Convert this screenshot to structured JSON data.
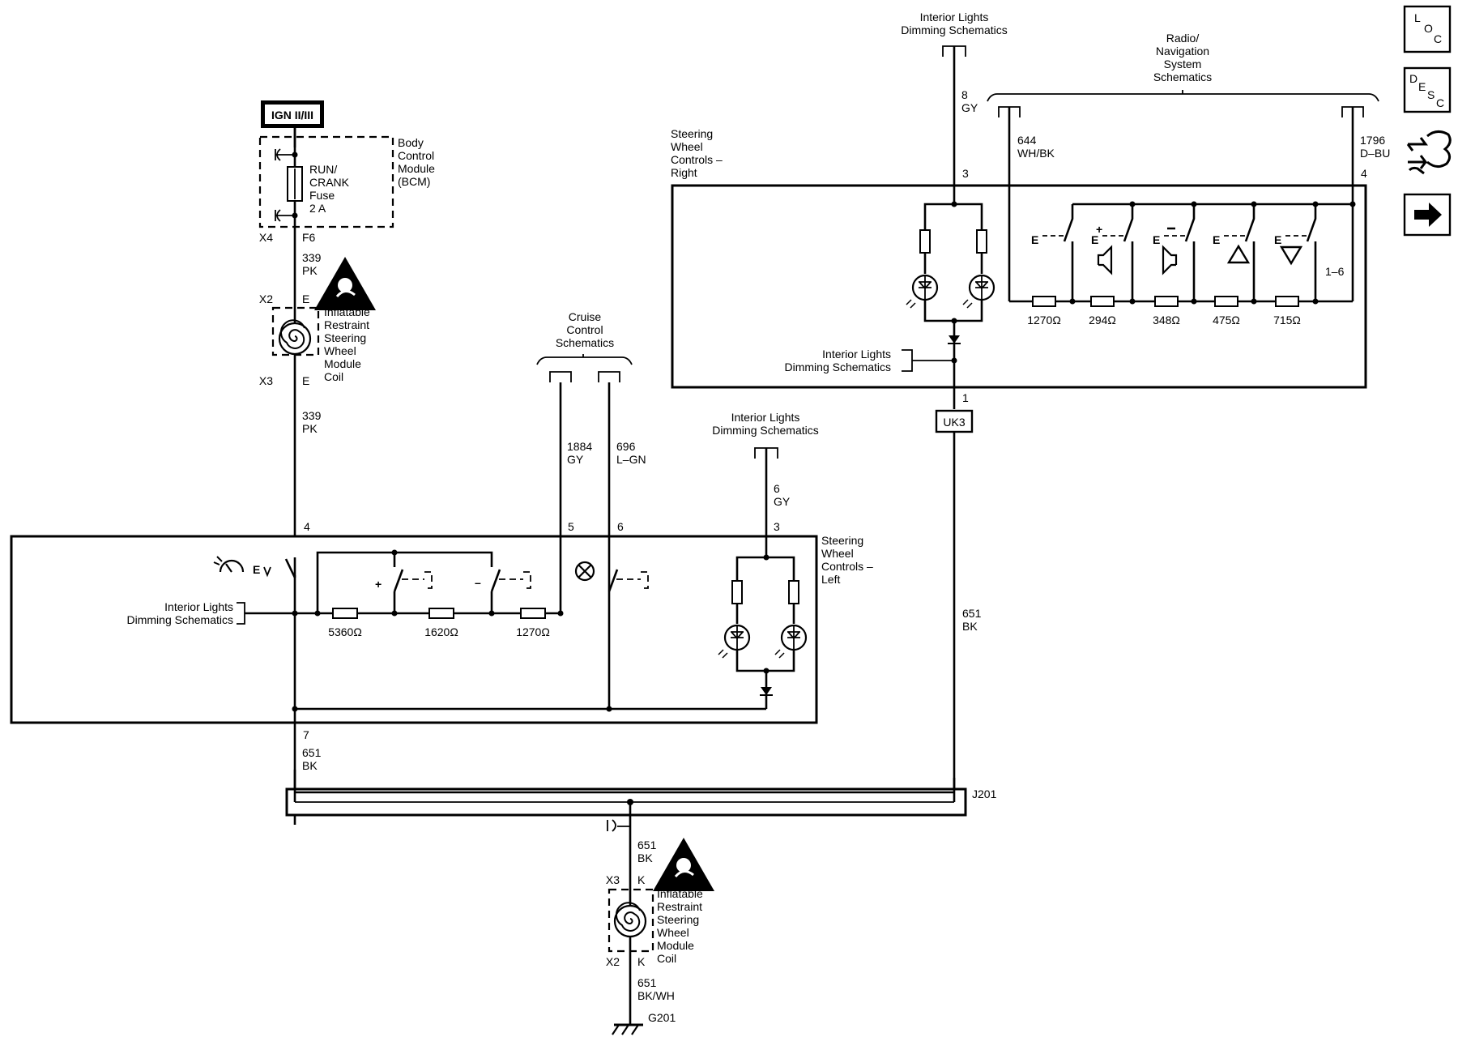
{
  "power": {
    "ign": "IGN II/III"
  },
  "bcm": {
    "title": [
      "Body",
      "Control",
      "Module",
      "(BCM)"
    ],
    "fuse": [
      "RUN/",
      "CRANK",
      "Fuse",
      "2 A"
    ],
    "conn_x4": "X4",
    "pin_f6": "F6"
  },
  "wire_339_top": {
    "circuit": "339",
    "color": "PK"
  },
  "wire_339_bottom": {
    "circuit": "339",
    "color": "PK"
  },
  "coil_top": {
    "conn_x2": "X2",
    "pin_x2": "E",
    "conn_x3": "X3",
    "pin_x3": "E",
    "title": [
      "Inflatable",
      "Restraint",
      "Steering",
      "Wheel",
      "Module",
      "Coil"
    ]
  },
  "cruise": {
    "title": [
      "Cruise",
      "Control",
      "Schematics"
    ],
    "wire_a": {
      "circuit": "1884",
      "color": "GY"
    },
    "wire_b": {
      "circuit": "696",
      "color": "L–GN"
    }
  },
  "il_ref_center": {
    "title": [
      "Interior Lights",
      "Dimming Schematics"
    ],
    "wire": {
      "circuit": "6",
      "color": "GY"
    }
  },
  "il_ref_top": {
    "title": [
      "Interior Lights",
      "Dimming Schematics"
    ],
    "wire": {
      "circuit": "8",
      "color": "GY"
    }
  },
  "radio_ref": {
    "title": [
      "Radio/",
      "Navigation",
      "System",
      "Schematics"
    ],
    "wire_a": {
      "circuit": "644",
      "color": "WH/BK"
    },
    "wire_b": {
      "circuit": "1796",
      "color": "D–BU"
    }
  },
  "swc_right": {
    "title": [
      "Steering",
      "Wheel",
      "Controls –",
      "Right"
    ],
    "pin3": "3",
    "pin4": "4",
    "pin1": "1",
    "resistors": [
      "1270Ω",
      "294Ω",
      "348Ω",
      "475Ω",
      "715Ω"
    ],
    "switch_label": "E",
    "range": "1–6",
    "il_ref": [
      "Interior Lights",
      "Dimming Schematics"
    ]
  },
  "uk3": "UK3",
  "wire_651_right": {
    "circuit": "651",
    "color": "BK"
  },
  "swc_left": {
    "title": [
      "Steering",
      "Wheel",
      "Controls –",
      "Left"
    ],
    "pin4": "4",
    "pin5": "5",
    "pin6": "6",
    "pin3": "3",
    "pin7": "7",
    "resistors": [
      "5360Ω",
      "1620Ω",
      "1270Ω"
    ],
    "switch_label": "E",
    "plus": "+",
    "minus": "–",
    "il_ref": [
      "Interior Lights",
      "Dimming Schematics"
    ]
  },
  "wire_651_left": {
    "circuit": "651",
    "color": "BK"
  },
  "splice": "J201",
  "coil_bottom": {
    "wire": {
      "circuit": "651",
      "color": "BK"
    },
    "conn_x3": "X3",
    "pin_x3": "K",
    "conn_x2": "X2",
    "pin_x2": "K",
    "title": [
      "Inflatable",
      "Restraint",
      "Steering",
      "Wheel",
      "Module",
      "Coil"
    ]
  },
  "ground_wire": {
    "circuit": "651",
    "color": "BK/WH"
  },
  "ground": "G201",
  "nav": {
    "loc": [
      "L",
      "O",
      "C"
    ],
    "desc": [
      "D",
      "E",
      "S",
      "C"
    ]
  },
  "icons": {
    "loc": "loc-icon",
    "desc": "desc-icon",
    "connector": "connector-end-view-icon",
    "next": "arrow-right-icon",
    "airbag": "airbag-warning-icon",
    "cruise": "cruise-control-icon",
    "lamp": "lamp-icon"
  }
}
